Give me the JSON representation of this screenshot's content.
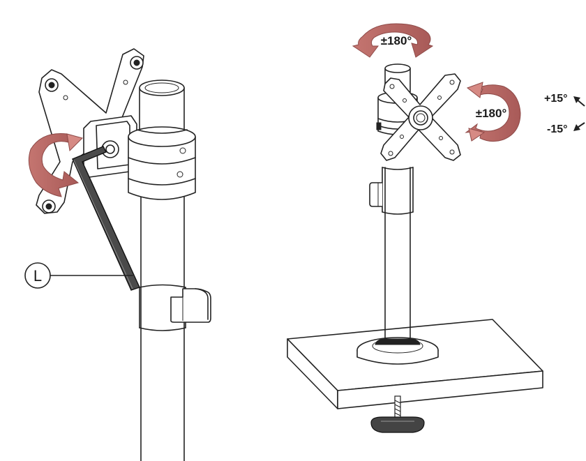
{
  "figure": {
    "left_view": {
      "callout_letter": "L"
    },
    "right_view": {
      "swivel_label": "±180°",
      "rotation_label": "±180°",
      "tilt_up_label": "+15°",
      "tilt_down_label": "-15°"
    }
  },
  "colors": {
    "arrow_fill": "#b86a6a",
    "arrow_light": "#e08a84",
    "line": "#222222",
    "background": "#ffffff"
  },
  "icons": [
    "rotation-arrow-icon",
    "tilt-arrow-icon",
    "hex-key-icon"
  ]
}
